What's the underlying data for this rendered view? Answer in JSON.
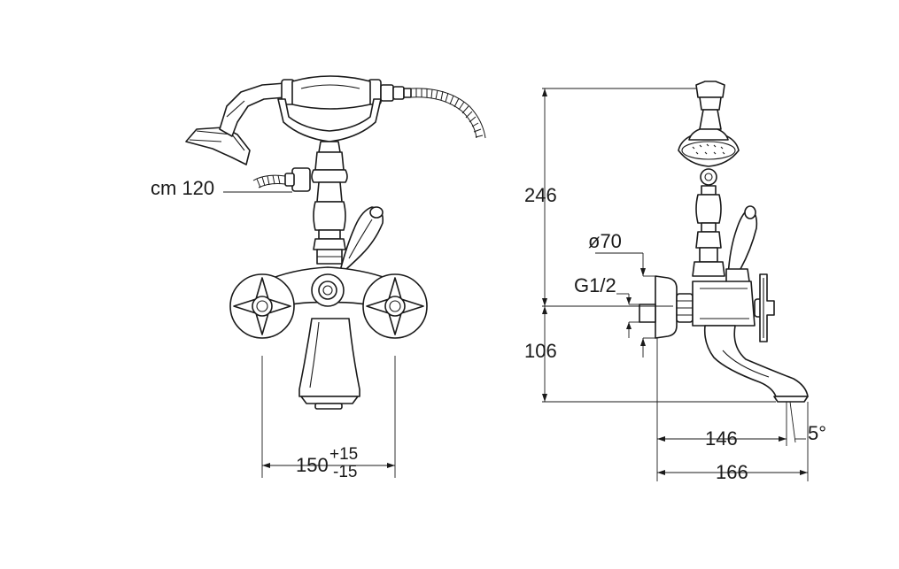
{
  "labels": {
    "hose_length": "cm 120",
    "center_distance": "150",
    "tolerance_plus": "+15",
    "tolerance_minus": "-15",
    "total_height": "246",
    "flange_diameter": "ø70",
    "connection_thread": "G1/2",
    "spout_height": "106",
    "spout_reach": "146",
    "overall_depth": "166",
    "spout_angle": "5°"
  }
}
